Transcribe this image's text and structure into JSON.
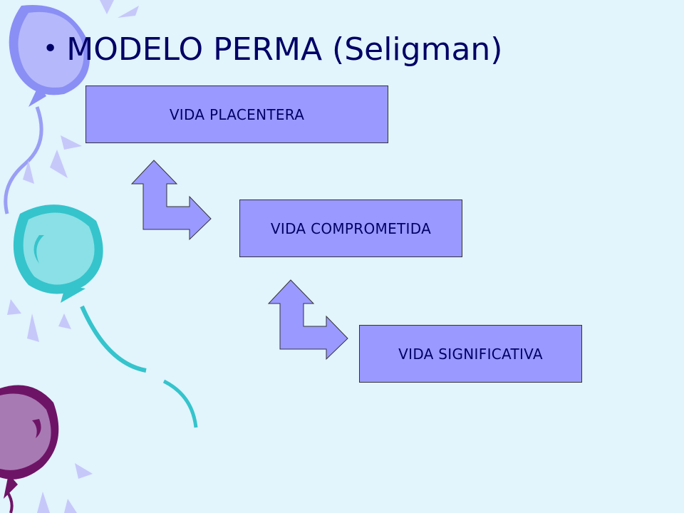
{
  "slide": {
    "bullet": "•",
    "title": "MODELO PERMA (Seligman)"
  },
  "diagram": {
    "nodes": [
      {
        "id": "vida-placentera",
        "label": "VIDA PLACENTERA"
      },
      {
        "id": "vida-comprometida",
        "label": "VIDA COMPROMETIDA"
      },
      {
        "id": "vida-significativa",
        "label": "VIDA SIGNIFICATIVA"
      }
    ],
    "edges": [
      {
        "from": "vida-placentera",
        "to": "vida-comprometida",
        "style": "bidirectional-bent-arrow"
      },
      {
        "from": "vida-comprometida",
        "to": "vida-significativa",
        "style": "bidirectional-bent-arrow"
      }
    ]
  },
  "colors": {
    "background": "#e2f4fc",
    "box_fill": "#9999ff",
    "text": "#000066",
    "balloon_lavender": "#a9acf8",
    "balloon_teal": "#3cc8cf",
    "balloon_purple": "#7a1a6e"
  }
}
